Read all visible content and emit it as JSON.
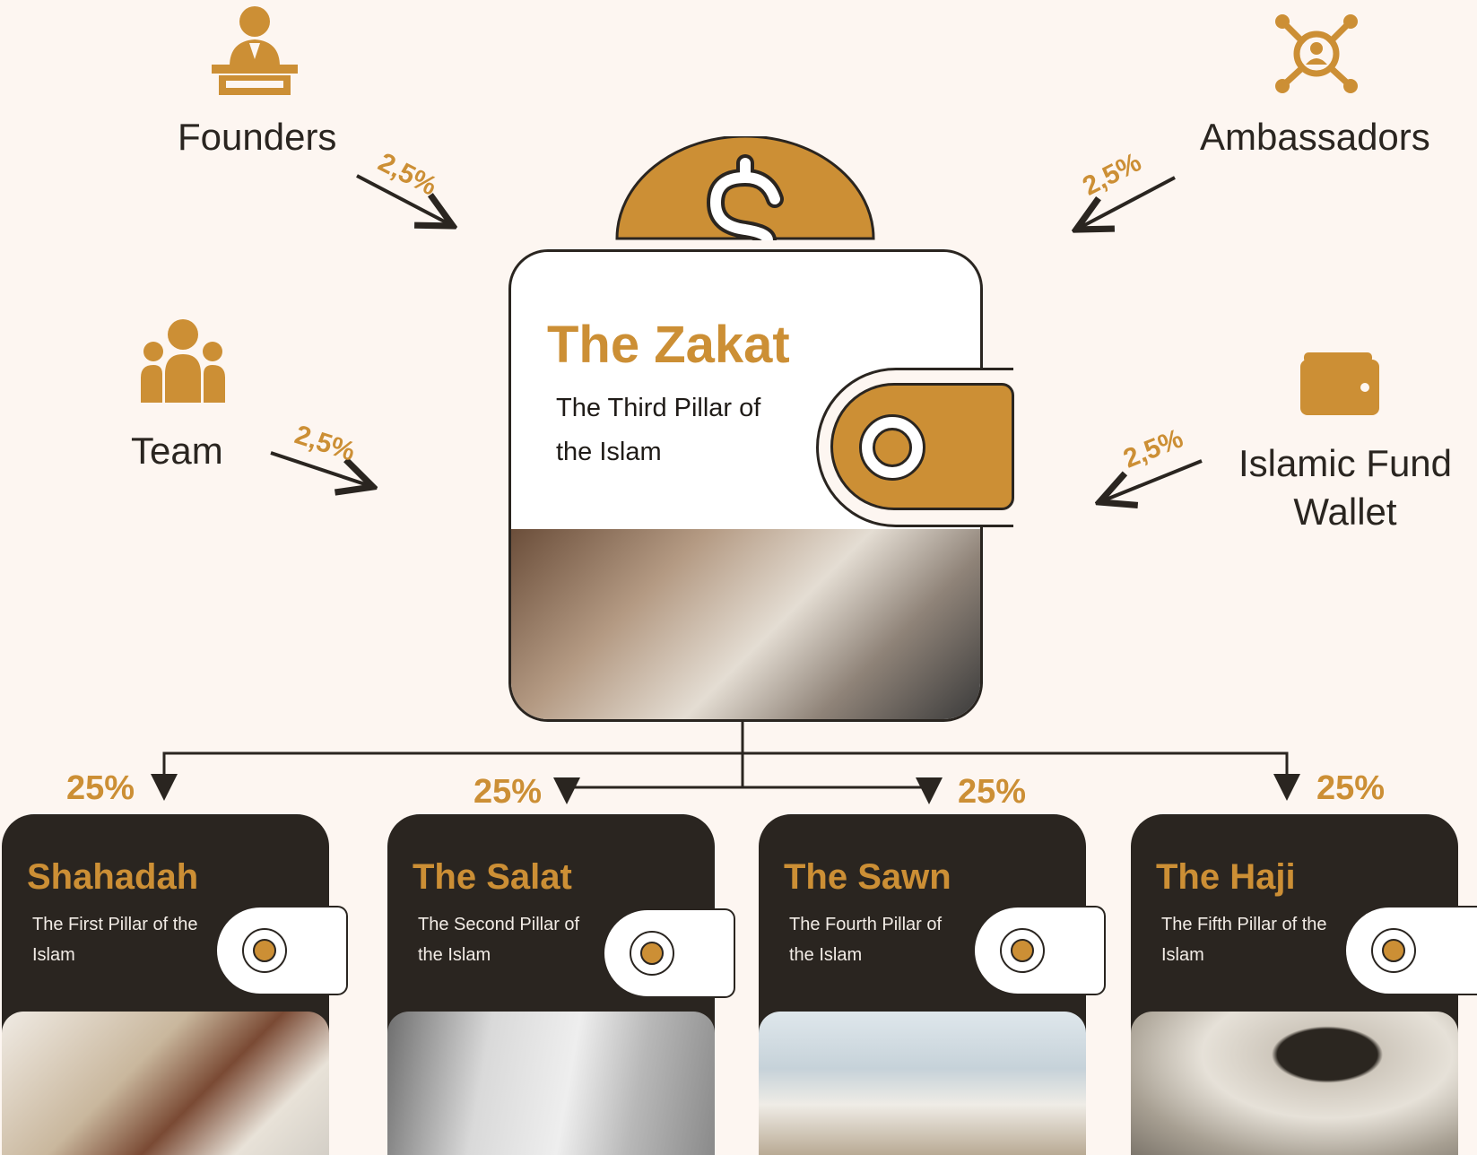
{
  "sources": [
    {
      "id": "founders",
      "label": "Founders",
      "percent": "2,5%",
      "icon": "presenter-podium-icon"
    },
    {
      "id": "ambassadors",
      "label": "Ambassadors",
      "percent": "2,5%",
      "icon": "network-person-icon"
    },
    {
      "id": "team",
      "label": "Team",
      "percent": "2,5%",
      "icon": "team-group-icon"
    },
    {
      "id": "fund",
      "label": "Islamic Fund Wallet",
      "percent": "2,5%",
      "icon": "wallet-icon"
    }
  ],
  "center": {
    "title": "The Zakat",
    "subtitle": "The Third Pillar of the Islam",
    "icon": "dollar-coin-icon"
  },
  "pillars": [
    {
      "title": "Shahadah",
      "subtitle": "The First Pillar of the Islam",
      "percent": "25%",
      "photo": "quran-book"
    },
    {
      "title": "The Salat",
      "subtitle": "The Second Pillar of the Islam",
      "percent": "25%",
      "photo": "prayer-beads"
    },
    {
      "title": "The Sawn",
      "subtitle": "The Fourth Pillar of the Islam",
      "percent": "25%",
      "photo": "mosque-minaret"
    },
    {
      "title": "The Haji",
      "subtitle": "The Fifth Pillar of the Islam",
      "percent": "25%",
      "photo": "kaaba-crowd"
    }
  ],
  "colors": {
    "accent": "#cc8f35",
    "dark": "#2a2520",
    "background": "#fdf6f1"
  }
}
